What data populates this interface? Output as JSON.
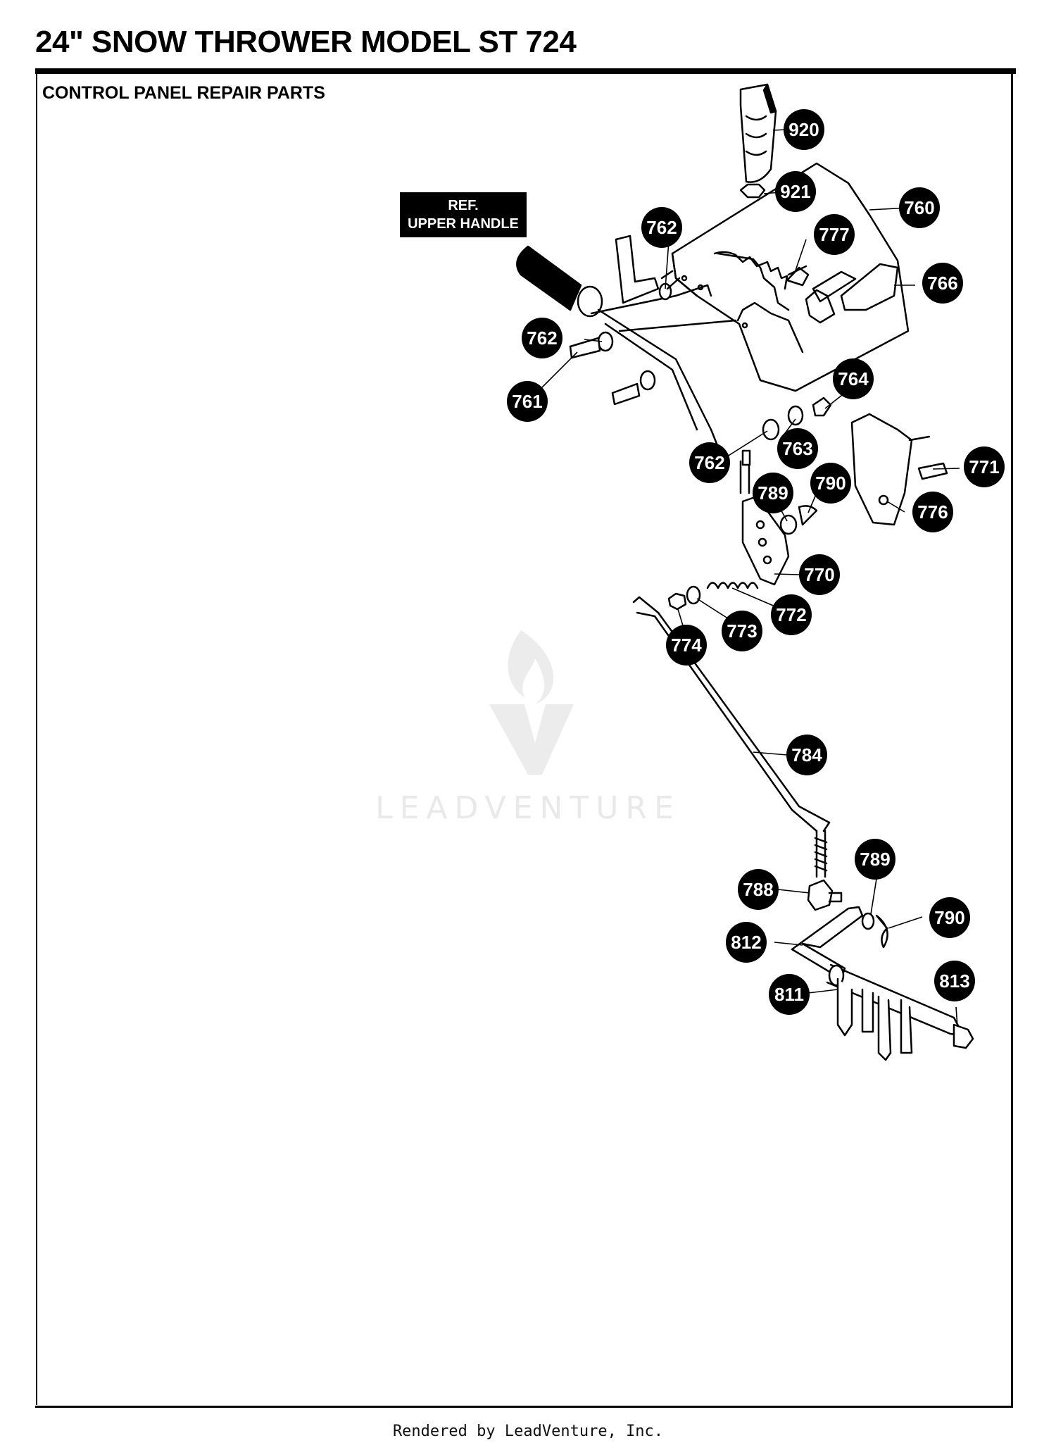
{
  "page": {
    "title": "24\" SNOW THROWER MODEL ST 724",
    "section": "CONTROL PANEL REPAIR PARTS",
    "footer": "Rendered by LeadVenture, Inc."
  },
  "reference_label": {
    "line1": "REF.",
    "line2": "UPPER HANDLE"
  },
  "watermark": {
    "text": "LEADVENTURE",
    "icon": "leadventure-flame-logo",
    "color": "#e9e9e9"
  },
  "callout_style": {
    "fill": "#000000",
    "text_color": "#ffffff"
  },
  "callouts": [
    {
      "id": "920",
      "label": "920"
    },
    {
      "id": "921",
      "label": "921"
    },
    {
      "id": "760",
      "label": "760"
    },
    {
      "id": "762a",
      "label": "762"
    },
    {
      "id": "777",
      "label": "777"
    },
    {
      "id": "766",
      "label": "766"
    },
    {
      "id": "762b",
      "label": "762"
    },
    {
      "id": "761",
      "label": "761"
    },
    {
      "id": "764",
      "label": "764"
    },
    {
      "id": "763",
      "label": "763"
    },
    {
      "id": "762c",
      "label": "762"
    },
    {
      "id": "771",
      "label": "771"
    },
    {
      "id": "789a",
      "label": "789"
    },
    {
      "id": "790a",
      "label": "790"
    },
    {
      "id": "776",
      "label": "776"
    },
    {
      "id": "770",
      "label": "770"
    },
    {
      "id": "772",
      "label": "772"
    },
    {
      "id": "773",
      "label": "773"
    },
    {
      "id": "774",
      "label": "774"
    },
    {
      "id": "784",
      "label": "784"
    },
    {
      "id": "789b",
      "label": "789"
    },
    {
      "id": "788",
      "label": "788"
    },
    {
      "id": "790b",
      "label": "790"
    },
    {
      "id": "812",
      "label": "812"
    },
    {
      "id": "813",
      "label": "813"
    },
    {
      "id": "811",
      "label": "811"
    }
  ]
}
